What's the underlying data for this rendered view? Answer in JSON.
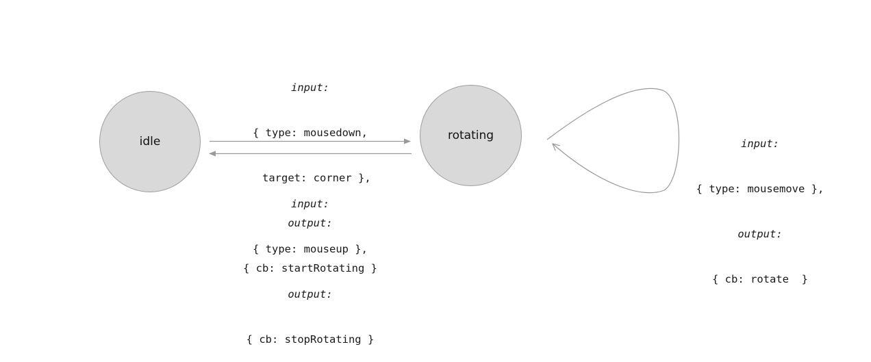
{
  "states": {
    "idle": "idle",
    "rotating": "rotating"
  },
  "transitions": {
    "idle_to_rotating": {
      "input_keyword": "input:",
      "input_line1": "{ type: mousedown,",
      "input_line2": "  target: corner },",
      "output_keyword": "output:",
      "output_line": "{ cb: startRotating }"
    },
    "rotating_to_idle": {
      "input_keyword": "input:",
      "input_line1": "{ type: mouseup },",
      "output_keyword": "output:",
      "output_line": "{ cb: stopRotating }"
    },
    "rotating_self": {
      "input_keyword": "input:",
      "input_line1": "{ type: mousemove },",
      "output_keyword": "output:",
      "output_line": "{ cb: rotate  }"
    }
  },
  "colors": {
    "state_fill": "#d9d9d9",
    "state_border": "#9e9e9e",
    "edge": "#999999"
  }
}
